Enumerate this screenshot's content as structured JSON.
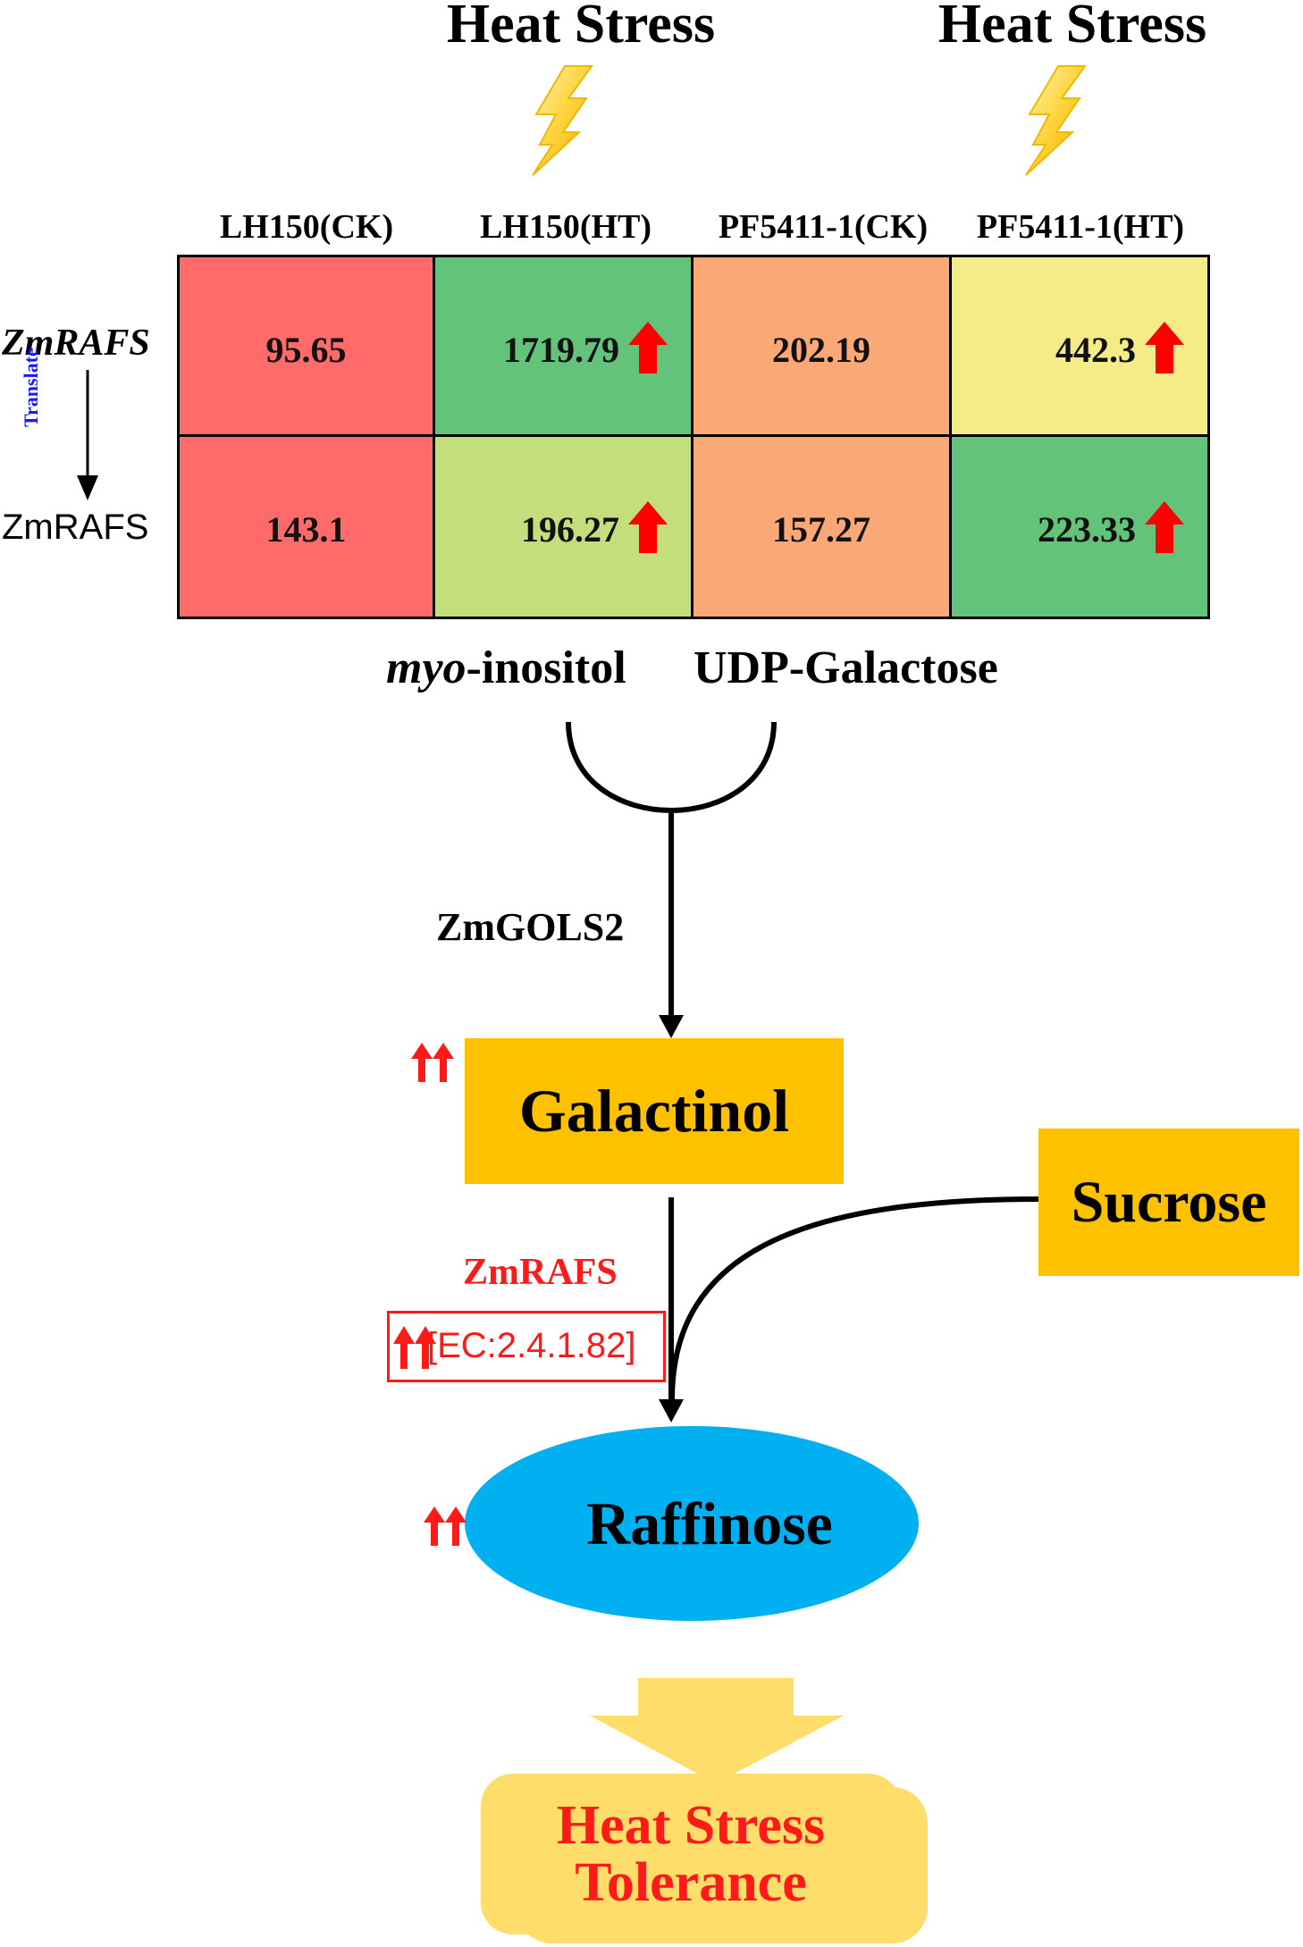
{
  "header": {
    "stress_label_1": "Heat Stress",
    "stress_label_2": "Heat Stress",
    "lightning_icon": "lightning-bolt-icon"
  },
  "heatmap": {
    "columns": [
      "LH150(CK)",
      "LH150(HT)",
      "PF5411-1(CK)",
      "PF5411-1(HT)"
    ],
    "rows": [
      {
        "label": "ZmRAFS",
        "style": "italic",
        "values": [
          "95.65",
          "1719.79",
          "202.19",
          "442.3"
        ],
        "colors": [
          "#ff6b6b",
          "#63c37a",
          "#fba877",
          "#f6ec87"
        ],
        "up_arrow": [
          false,
          true,
          false,
          true
        ]
      },
      {
        "label": "ZmRAFS",
        "style": "normal",
        "values": [
          "143.1",
          "196.27",
          "157.27",
          "223.33"
        ],
        "colors": [
          "#ff6b6b",
          "#c4dd7d",
          "#fba877",
          "#63c37a"
        ],
        "up_arrow": [
          false,
          true,
          false,
          true
        ]
      }
    ],
    "translate_label": "Translate",
    "translate_color": "#1a1aff",
    "up_arrow_color": "#ff0000"
  },
  "pathway": {
    "substrate_1_italic": "myo",
    "substrate_1_rest": "-inositol",
    "substrate_2": "UDP-Galactose",
    "enzyme_1": "ZmGOLS2",
    "product_1": "Galactinol",
    "cosubstrate": "Sucrose",
    "enzyme_2": "ZmRAFS",
    "enzyme_2_ec": "[EC:2.4.1.82]",
    "product_2": "Raffinose",
    "outcome_line_1": "Heat Stress",
    "outcome_line_2": "Tolerance",
    "box_color": "#fdc100",
    "ellipse_color": "#00b0f0",
    "outcome_color": "#fedd6a",
    "accent_red": "#ff1a1a"
  }
}
